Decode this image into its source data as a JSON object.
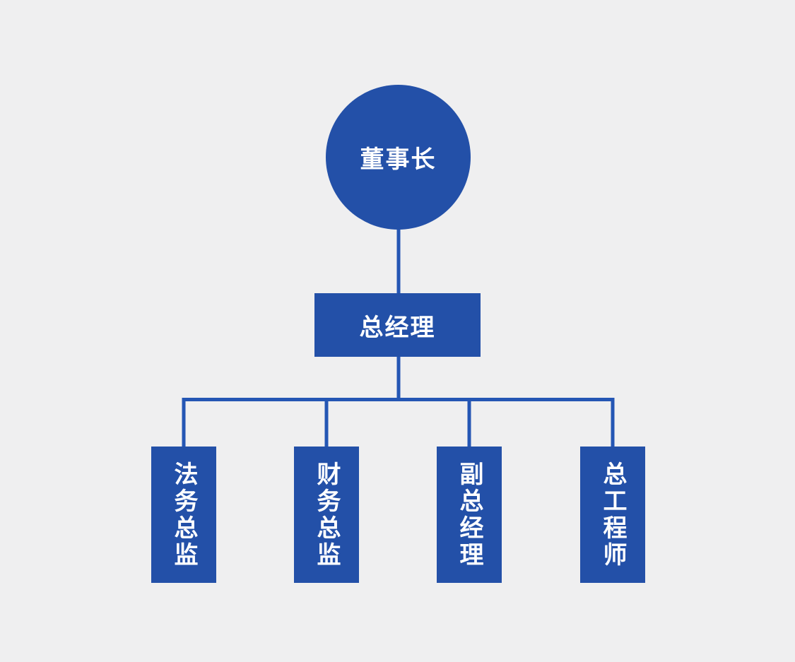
{
  "colors": {
    "background": "#EFEFF0",
    "node_fill": "#2350A8",
    "connector": "#2456B4",
    "text": "#FFFFFF"
  },
  "org_chart": {
    "type": "organization-chart",
    "root": {
      "label": "董事长",
      "shape": "circle"
    },
    "level2": {
      "label": "总经理",
      "shape": "rectangle"
    },
    "level3": [
      {
        "label": "法务总监",
        "shape": "vertical-rectangle"
      },
      {
        "label": "财务总监",
        "shape": "vertical-rectangle"
      },
      {
        "label": "副总经理",
        "shape": "vertical-rectangle"
      },
      {
        "label": "总工程师",
        "shape": "vertical-rectangle"
      }
    ]
  }
}
